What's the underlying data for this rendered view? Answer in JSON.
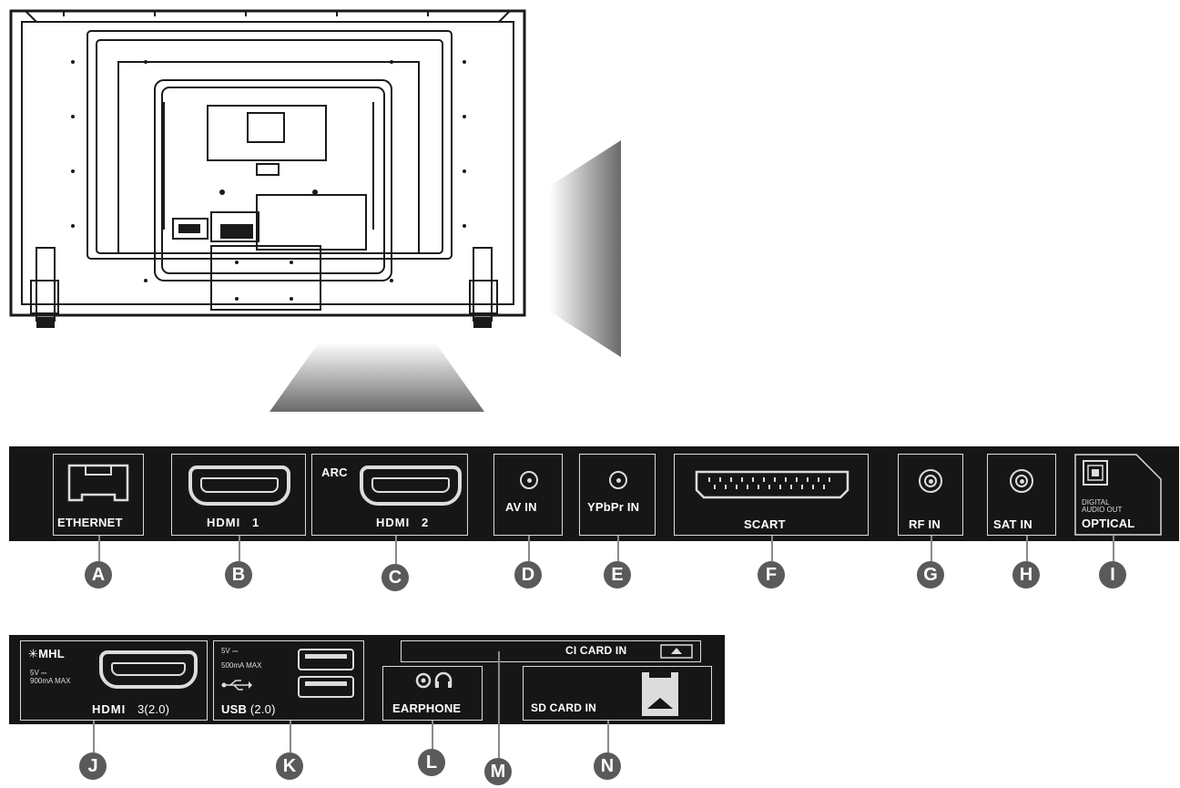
{
  "top_panel": {
    "ethernet": {
      "label": "ETHERNET",
      "marker": "A"
    },
    "hdmi1": {
      "logo": "HDMI",
      "num": "1",
      "marker": "B"
    },
    "hdmi2": {
      "arc": "ARC",
      "logo": "HDMI",
      "num": "2",
      "marker": "C"
    },
    "av_in": {
      "label": "AV IN",
      "marker": "D"
    },
    "ypbpr": {
      "label": "YPbPr IN",
      "marker": "E"
    },
    "scart": {
      "label": "SCART",
      "marker": "F"
    },
    "rf_in": {
      "label": "RF IN",
      "marker": "G"
    },
    "sat_in": {
      "label": "SAT IN",
      "marker": "H"
    },
    "optical": {
      "small1": "DIGITAL",
      "small2": "AUDIO OUT",
      "label": "OPTICAL",
      "marker": "I"
    }
  },
  "bottom_panel": {
    "hdmi3": {
      "mhl": "MHL",
      "spec1": "5V ⎓",
      "spec2": "900mA MAX",
      "logo": "HDMI",
      "num": "3(2.0)",
      "marker": "J"
    },
    "usb": {
      "spec1": "5V ⎓",
      "spec2": "500mA MAX",
      "label": "USB",
      "version": "(2.0)",
      "marker": "K"
    },
    "earphone": {
      "label": "EARPHONE",
      "marker": "L"
    },
    "ci_card": {
      "label": "CI CARD IN",
      "marker": "M"
    },
    "sd_card": {
      "label": "SD CARD IN",
      "marker": "N"
    }
  },
  "colors": {
    "panel": "#161616",
    "line": "#dcdcdc",
    "marker": "#5a5a5a"
  },
  "icons": [
    "tv-back-icon",
    "ethernet-port-icon",
    "hdmi-port-icon",
    "rca-jack-icon",
    "scart-port-icon",
    "coax-port-icon",
    "optical-port-icon",
    "usb-port-icon",
    "headphone-icon",
    "sd-slot-icon"
  ]
}
